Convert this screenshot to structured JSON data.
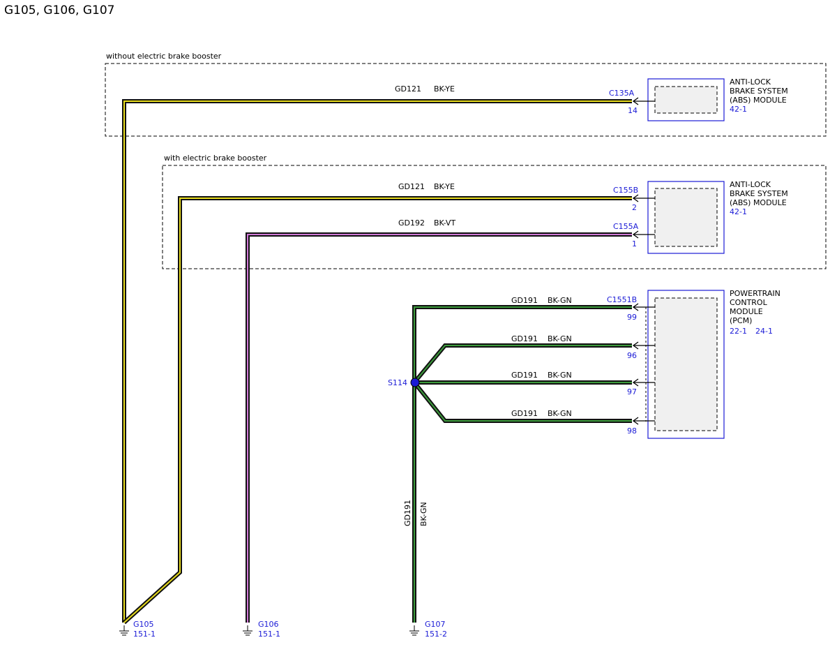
{
  "title": "G105, G106, G107",
  "colors": {
    "yellow": "#e8dc1c",
    "violet": "#d27ad8",
    "green": "#3c9a3c",
    "blue": "#1a1ad6"
  },
  "groups": {
    "without_booster": "without electric brake booster",
    "with_booster": "with electric brake booster"
  },
  "modules": {
    "abs1": {
      "name_lines": [
        "ANTI-LOCK",
        "BRAKE SYSTEM",
        "(ABS) MODULE"
      ],
      "ref": "42-1"
    },
    "abs2": {
      "name_lines": [
        "ANTI-LOCK",
        "BRAKE SYSTEM",
        "(ABS) MODULE"
      ],
      "ref": "42-1"
    },
    "pcm": {
      "name_lines": [
        "POWERTRAIN",
        "CONTROL",
        "MODULE",
        "(PCM)"
      ],
      "ref1": "22-1",
      "ref2": "24-1"
    }
  },
  "circuits": {
    "w1": {
      "circuit": "GD121",
      "color": "BK-YE",
      "connector": "C135A",
      "pin": "14"
    },
    "w2": {
      "circuit": "GD121",
      "color": "BK-YE",
      "connector": "C155B",
      "pin": "2"
    },
    "w3": {
      "circuit": "GD192",
      "color": "BK-VT",
      "connector": "C155A",
      "pin": "1"
    },
    "p99": {
      "circuit": "GD191",
      "color": "BK-GN",
      "connector": "C1551B",
      "pin": "99"
    },
    "p96": {
      "circuit": "GD191",
      "color": "BK-GN",
      "pin": "96"
    },
    "p97": {
      "circuit": "GD191",
      "color": "BK-GN",
      "pin": "97"
    },
    "p98": {
      "circuit": "GD191",
      "color": "BK-GN",
      "pin": "98"
    },
    "down": {
      "circuit": "GD191",
      "color": "BK-GN"
    }
  },
  "splice": {
    "label": "S114"
  },
  "grounds": [
    {
      "name": "G105",
      "ref": "151-1"
    },
    {
      "name": "G106",
      "ref": "151-1"
    },
    {
      "name": "G107",
      "ref": "151-2"
    }
  ]
}
